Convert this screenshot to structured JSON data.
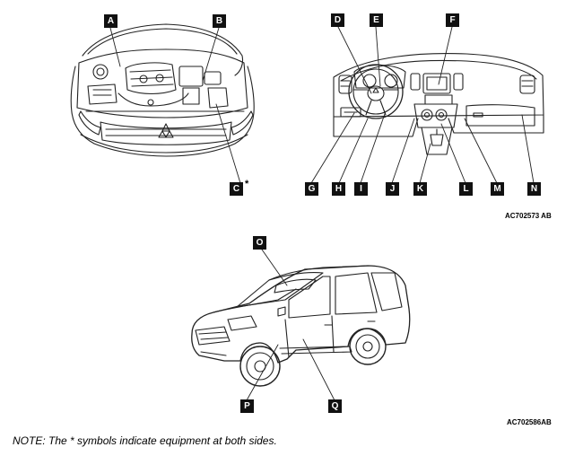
{
  "callouts": {
    "A": "A",
    "B": "B",
    "C": "C",
    "D": "D",
    "E": "E",
    "F": "F",
    "G": "G",
    "H": "H",
    "I": "I",
    "J": "J",
    "K": "K",
    "L": "L",
    "M": "M",
    "N": "N",
    "O": "O",
    "P": "P",
    "Q": "Q"
  },
  "both_sides_mark": "*",
  "figure_codes": {
    "top": "AC702573 AB",
    "bottom": "AC702586AB"
  },
  "note": "NOTE: The * symbols indicate equipment at both sides."
}
